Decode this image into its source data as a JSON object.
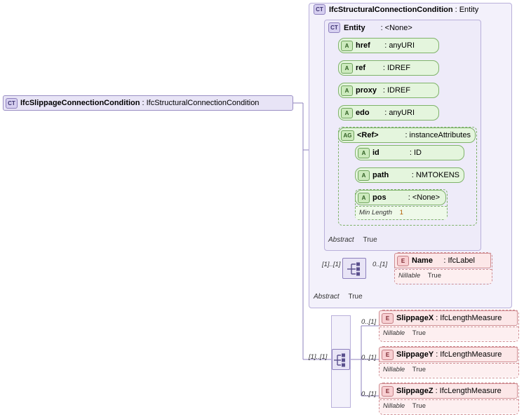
{
  "diagram": {
    "type": "xsd-schema-diagram",
    "root": {
      "badge": "CT",
      "name": "IfcSlippageConnectionCondition",
      "type": ": IfcStructuralConnectionCondition"
    },
    "base_panel": {
      "badge": "CT",
      "name": "IfcStructuralConnectionCondition",
      "type": ": Entity",
      "abstract_label": "Abstract",
      "abstract_value": "True"
    },
    "entity_panel": {
      "badge": "CT",
      "name": "Entity",
      "type": ": <None>",
      "abstract_label": "Abstract",
      "abstract_value": "True"
    },
    "attributes": [
      {
        "badge": "A",
        "name": "href",
        "type": ": anyURI"
      },
      {
        "badge": "A",
        "name": "ref",
        "type": ": IDREF"
      },
      {
        "badge": "A",
        "name": "proxy",
        "type": ": IDREF"
      },
      {
        "badge": "A",
        "name": "edo",
        "type": ": anyURI"
      }
    ],
    "attribute_group": {
      "badge": "AG",
      "name": "<Ref>",
      "type": ": instanceAttributes",
      "members": [
        {
          "badge": "A",
          "name": "id",
          "type": ": ID"
        },
        {
          "badge": "A",
          "name": "path",
          "type": ": NMTOKENS"
        },
        {
          "badge": "A",
          "name": "pos",
          "type": ": <None>",
          "facet_label": "Min Length",
          "facet_value": "1"
        }
      ]
    },
    "name_element": {
      "badge": "E",
      "name": "Name",
      "type": ": IfcLabel",
      "nillable_label": "Nillable",
      "nillable_value": "True",
      "occurrence": "0..[1]",
      "sequence_cardinality": "[1]..[1]"
    },
    "slippage_group": {
      "sequence_cardinality": "[1]..[1]",
      "elements": [
        {
          "badge": "E",
          "name": "SlippageX",
          "type": ": IfcLengthMeasure",
          "nillable_label": "Nillable",
          "nillable_value": "True",
          "occurrence": "0..[1]"
        },
        {
          "badge": "E",
          "name": "SlippageY",
          "type": ": IfcLengthMeasure",
          "nillable_label": "Nillable",
          "nillable_value": "True",
          "occurrence": "0..[1]"
        },
        {
          "badge": "E",
          "name": "SlippageZ",
          "type": ": IfcLengthMeasure",
          "nillable_label": "Nillable",
          "nillable_value": "True",
          "occurrence": "0..[1]"
        }
      ]
    }
  }
}
